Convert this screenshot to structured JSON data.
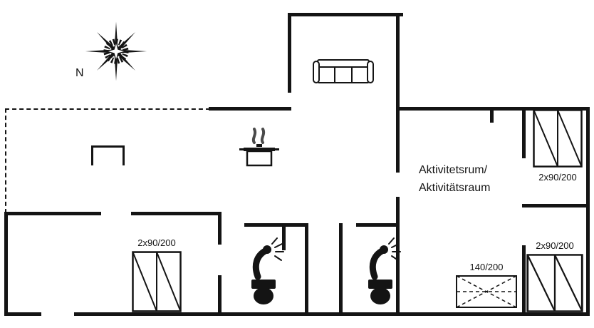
{
  "plan": {
    "compass_label": "N",
    "activity_room": {
      "line1": "Aktivitetsrum/",
      "line2": "Aktivitätsraum"
    },
    "beds": {
      "left_label": "2x90/200",
      "top_right_label": "2x90/200",
      "bottom_right_label": "2x90/200",
      "small_label": "140/200"
    },
    "icons": {
      "compass": "compass-rose-icon",
      "sofa": "sofa-icon",
      "stove": "cooking-pot-steam-icon",
      "bathroom": "shower-toilet-icon",
      "double_bed": "double-bed-icon",
      "guest_bed": "guest-bed-icon"
    },
    "colors": {
      "wall": "#141414",
      "icon": "#141414",
      "steam": "#4a4a4a",
      "background": "#ffffff",
      "text": "#141414"
    }
  }
}
